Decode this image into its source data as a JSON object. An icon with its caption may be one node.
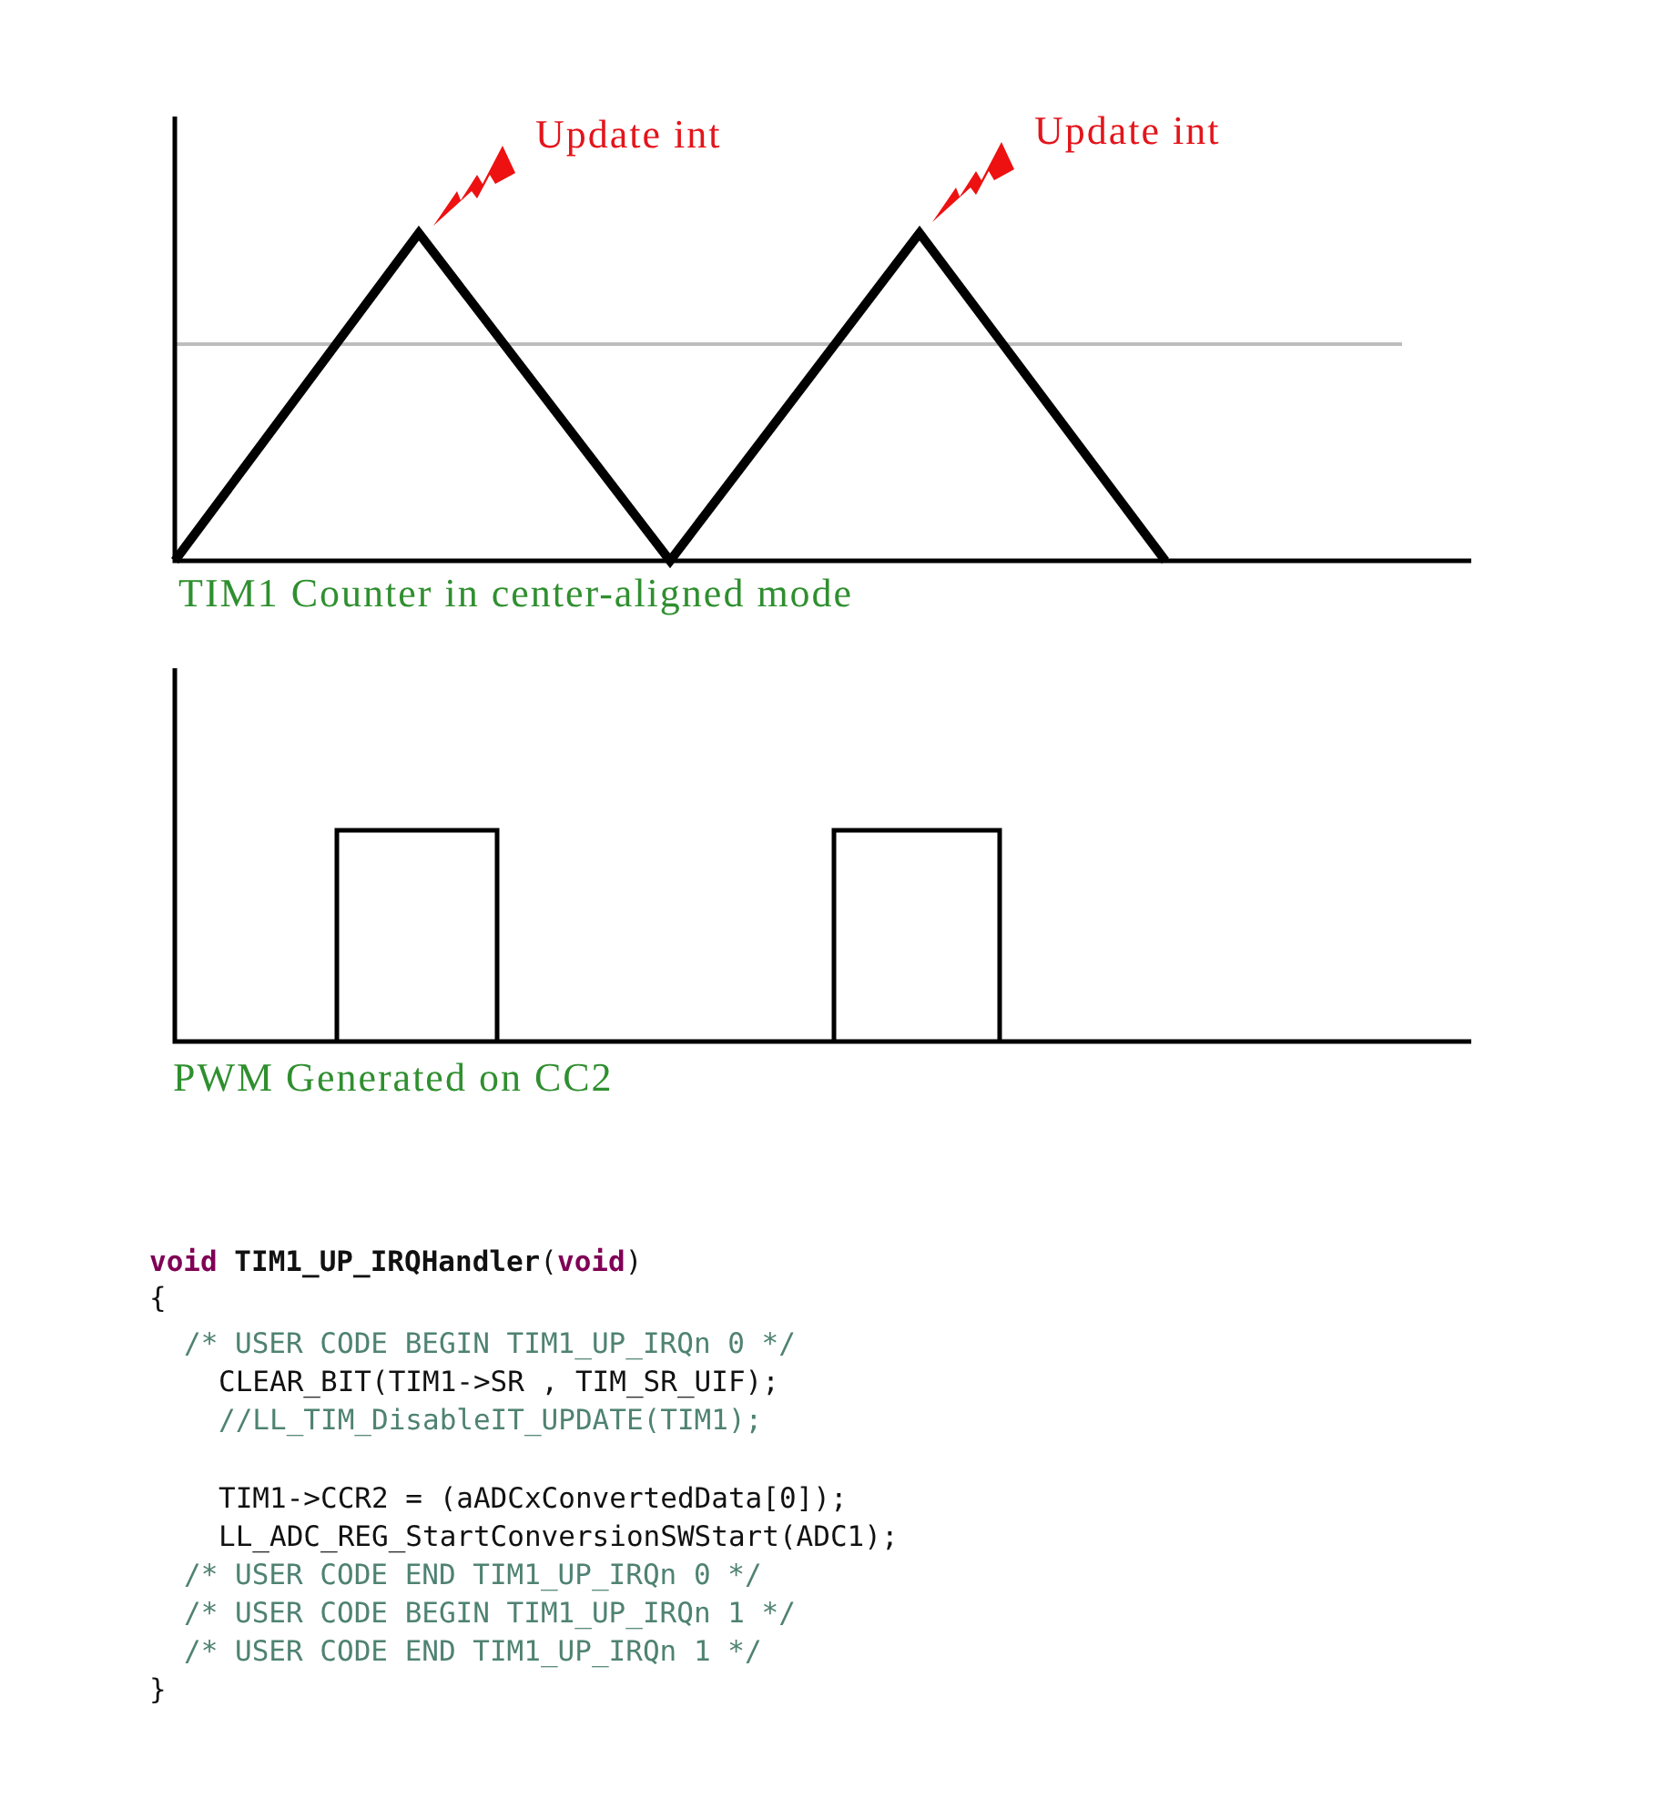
{
  "diagram": {
    "labels": [
      "Update int",
      "Update int",
      "TIM1 Counter in center-aligned mode",
      "PWM Generated on CC2",
      "**void** **TIM1_UP_IRQHandler**(**void**)",
      "{",
      "/* USER CODE BEGIN TIM1_UP_IRQn 0 */",
      "CLEAR_BIT(TIM1->SR , TIM_SR_UIF);",
      "//LL_TIM_DisableIT_UPDATE(TIM1);",
      "TIM1->CCR2 = (aADCxConvertedData[0]);",
      "LL_ADC_REG_StartConversionSWStart(ADC1);",
      "/* USER CODE END TIM1_UP_IRQn 0 */",
      "/* USER CODE BEGIN TIM1_UP_IRQn 1 */",
      "/* USER CODE END TIM1_UP_IRQn 1 */",
      "}"
    ]
  }
}
